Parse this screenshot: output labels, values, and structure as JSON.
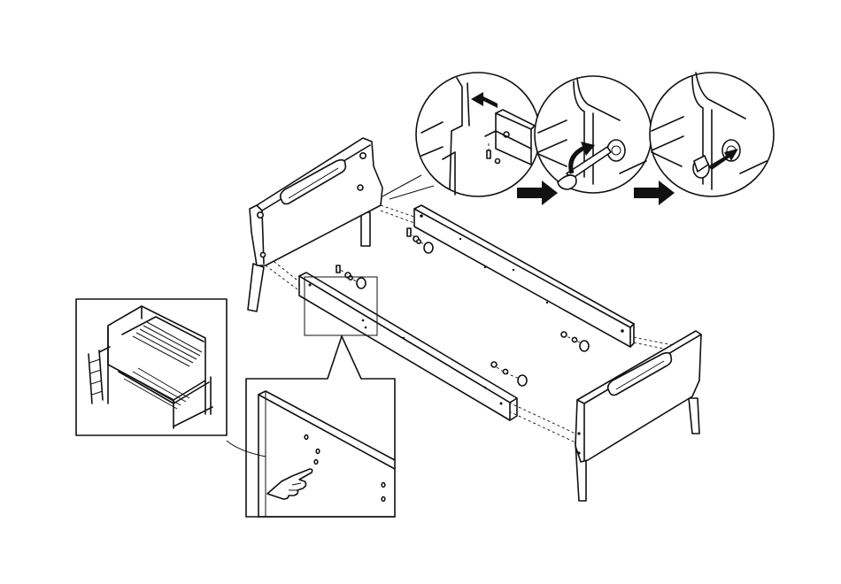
{
  "figure": {
    "type": "assembly-instruction",
    "colors": {
      "line": "#111111",
      "background": "#ffffff",
      "arrow": "#111111"
    },
    "parts": [
      {
        "name": "headboard-near"
      },
      {
        "name": "headboard-far"
      },
      {
        "name": "side-rail-front"
      },
      {
        "name": "side-rail-back"
      }
    ],
    "hardware": [
      {
        "name": "bolt-icon"
      },
      {
        "name": "washer-icon"
      },
      {
        "name": "barrel-nut-icon"
      },
      {
        "name": "cap-icon"
      }
    ],
    "detail_steps": [
      {
        "step": 1,
        "icon": "arrow-left-icon"
      },
      {
        "step": 2,
        "icon": "curved-arrow-icon"
      },
      {
        "step": 3,
        "icon": "arrow-up-right-icon"
      }
    ],
    "step_arrows": [
      "arrow-right-icon",
      "arrow-right-icon"
    ],
    "callouts": [
      "overview-bunk-bed",
      "zoom-rail-holes-with-hand"
    ]
  }
}
